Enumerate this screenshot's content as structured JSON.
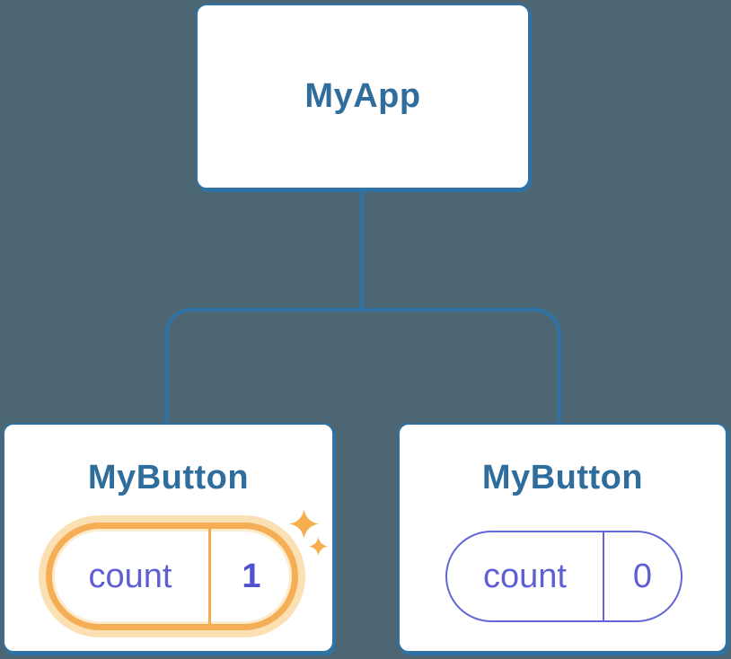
{
  "diagram": {
    "description": "Component tree showing independent state: a root component with two child button components holding separate counter state",
    "root": {
      "label": "MyApp"
    },
    "children": [
      {
        "label": "MyButton",
        "state": {
          "key": "count",
          "value": "1"
        },
        "highlighted": true
      },
      {
        "label": "MyButton",
        "state": {
          "key": "count",
          "value": "0"
        },
        "highlighted": false
      }
    ]
  },
  "colors": {
    "background": "#4C6773",
    "connector_blue": "#2E72A6",
    "card_border_blue": "#2E72A6",
    "title_blue": "#2E6D9C",
    "state_purple": "#5E5FD3",
    "state_value_purple": "#4E52CC",
    "highlight_orange": "#F5AE55",
    "highlight_halo": "#FAE0B2",
    "sparkle_orange": "#F6AE4F"
  }
}
